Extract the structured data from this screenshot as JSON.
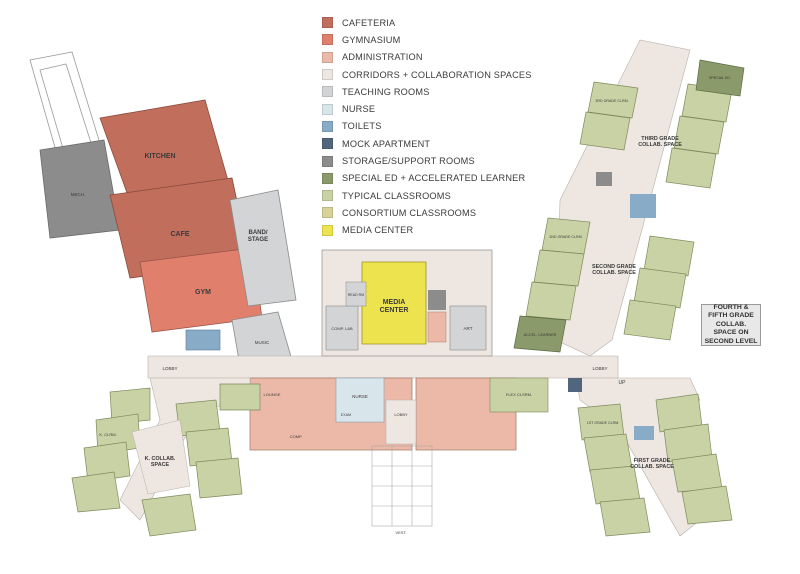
{
  "legend": [
    {
      "label": "CAFETERIA",
      "color": "#c26e5c"
    },
    {
      "label": "GYMNASIUM",
      "color": "#e0806c"
    },
    {
      "label": "ADMINISTRATION",
      "color": "#ecb8a8"
    },
    {
      "label": "CORRIDORS + COLLABORATION SPACES",
      "color": "#eee6e0"
    },
    {
      "label": "TEACHING ROOMS",
      "color": "#d2d4d6"
    },
    {
      "label": "NURSE",
      "color": "#d8e6ec"
    },
    {
      "label": "TOILETS",
      "color": "#88abc8"
    },
    {
      "label": "MOCK APARTMENT",
      "color": "#51657c"
    },
    {
      "label": "STORAGE/SUPPORT ROOMS",
      "color": "#8c8c8c"
    },
    {
      "label": "SPECIAL ED + ACCELERATED LEARNER",
      "color": "#8a9a6a"
    },
    {
      "label": "TYPICAL CLASSROOMS",
      "color": "#c8d2a4"
    },
    {
      "label": "CONSORTIUM CLASSROOMS",
      "color": "#d8d29a"
    },
    {
      "label": "MEDIA CENTER",
      "color": "#ece34e"
    }
  ],
  "labels": {
    "kitchen": "KITCHEN",
    "cafe": "CAFE",
    "gym": "GYM",
    "band_stage": "BAND/\nSTAGE",
    "media_center": "MEDIA\nCENTER",
    "read_rm": "READ RM",
    "comp_lab": "COMP. LAB",
    "art": "ART",
    "music": "MUSIC",
    "lobby": "LOBBY",
    "lobby2": "LOBBY",
    "lobby3": "LOBBY",
    "nurse": "NURSE",
    "exam": "EXAM",
    "lounge": "LOUNGE",
    "comp": "COMP.",
    "k_collab": "K. COLLAB.\nSPACE",
    "first_collab": "FIRST GRADE\nCOLLAB. SPACE",
    "second_collab": "SECOND GRADE\nCOLLAB. SPACE",
    "third_collab": "THIRD GRADE\nCOLLAB. SPACE",
    "accel": "ACCEL. LEARNER",
    "flex": "FLEX CLSRM.",
    "k_clrm": "K. CLRM.",
    "first_clrm": "1ST GRADE CLRM.",
    "second_clrm": "2ND GRADE CLRM.",
    "third_clrm": "3RD GRADE CLRM.",
    "special_ed": "SPECIAL ED.",
    "mech": "MECH.",
    "up": "UP",
    "vest": "VEST."
  },
  "note": "FOURTH & FIFTH GRADE COLLAB. SPACE ON SECOND LEVEL"
}
